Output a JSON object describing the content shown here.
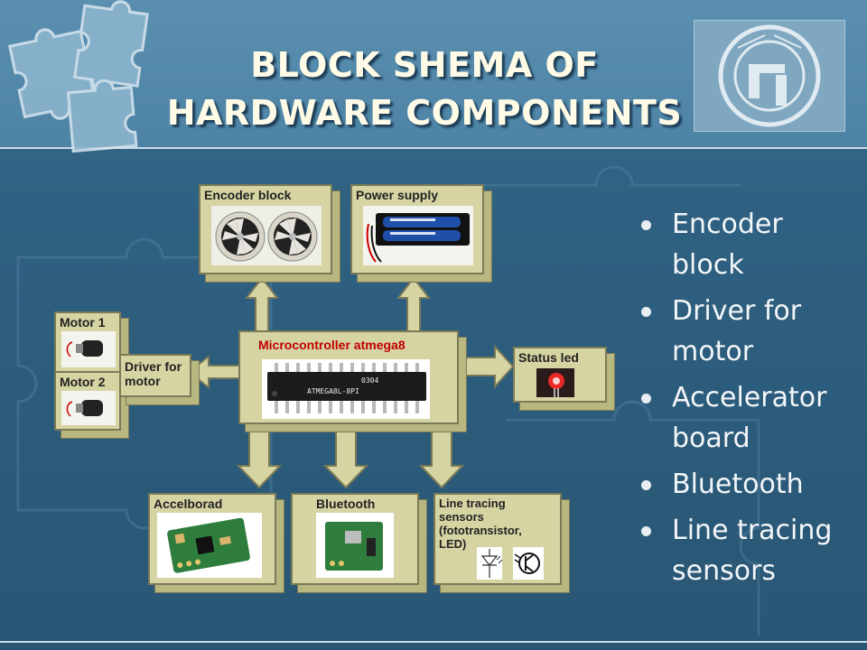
{
  "slide": {
    "title_line1": "BLOCK SHEMA OF",
    "title_line2": "HARDWARE COMPONENTS"
  },
  "diagram": {
    "encoder_label": "Encoder block",
    "power_label": "Power supply",
    "motor1_label": "Motor 1",
    "motor2_label": "Motor 2",
    "driver_label_line1": "Driver for",
    "driver_label_line2": "motor",
    "mcu_label": "Microcontroller atmega8",
    "status_label": "Status led",
    "accel_label": "Accelborad",
    "bluetooth_label": "Bluetooth",
    "line_label_line1": "Line tracing",
    "line_label_line2": "sensors",
    "line_label_line3": "(fototransistor,",
    "line_label_line4": "LED)",
    "chip_line1": "0304",
    "chip_line2": "ATMEGA8L-8PI"
  },
  "bullets": [
    {
      "line1": "Encoder",
      "line2": "block"
    },
    {
      "line1": "Driver for",
      "line2": "motor"
    },
    {
      "line1": "Accelerator",
      "line2": "board"
    },
    {
      "line1": "Bluetooth",
      "line2": ""
    },
    {
      "line1": "Line tracing",
      "line2": "sensors"
    }
  ],
  "colors": {
    "box_fill": "#d6d4a3",
    "mcu_label_color": "#c00000",
    "title_color": "#fffbe6"
  },
  "icons": {
    "logo": "university-seal-logo",
    "decoration": "puzzle-pieces-icon"
  }
}
